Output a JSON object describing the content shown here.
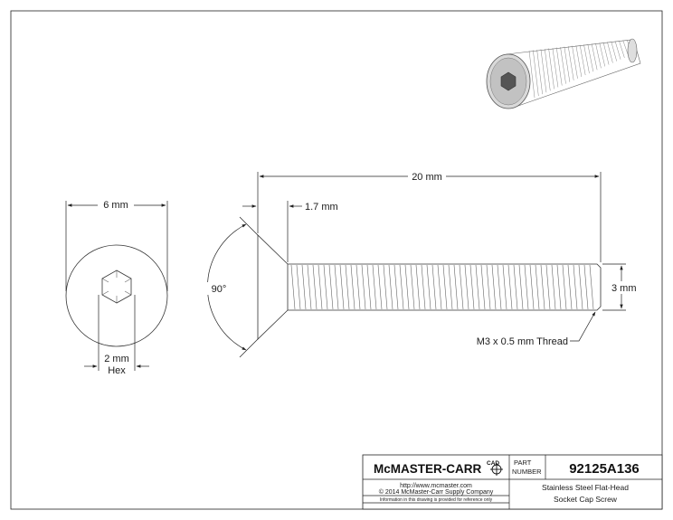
{
  "dimensions": {
    "head_diameter": "6 mm",
    "hex_size": "2 mm",
    "hex_label": "Hex",
    "overall_length": "20 mm",
    "head_height": "1.7 mm",
    "countersink_angle": "90°",
    "thread_diameter": "3 mm",
    "thread_callout": "M3 x 0.5 mm Thread"
  },
  "title_block": {
    "brand": "McMASTER-CARR",
    "cad_mark": "CAD",
    "website": "http://www.mcmaster.com",
    "copyright": "© 2014 McMaster-Carr Supply Company",
    "disclaimer": "Information in this drawing is provided for reference only",
    "part_label_line1": "PART",
    "part_label_line2": "NUMBER",
    "part_number": "92125A136",
    "description_line1": "Stainless Steel Flat-Head",
    "description_line2": "Socket Cap Screw"
  },
  "icons": {
    "preview": "screw-3d-preview-icon",
    "cad": "crosshair-icon"
  }
}
